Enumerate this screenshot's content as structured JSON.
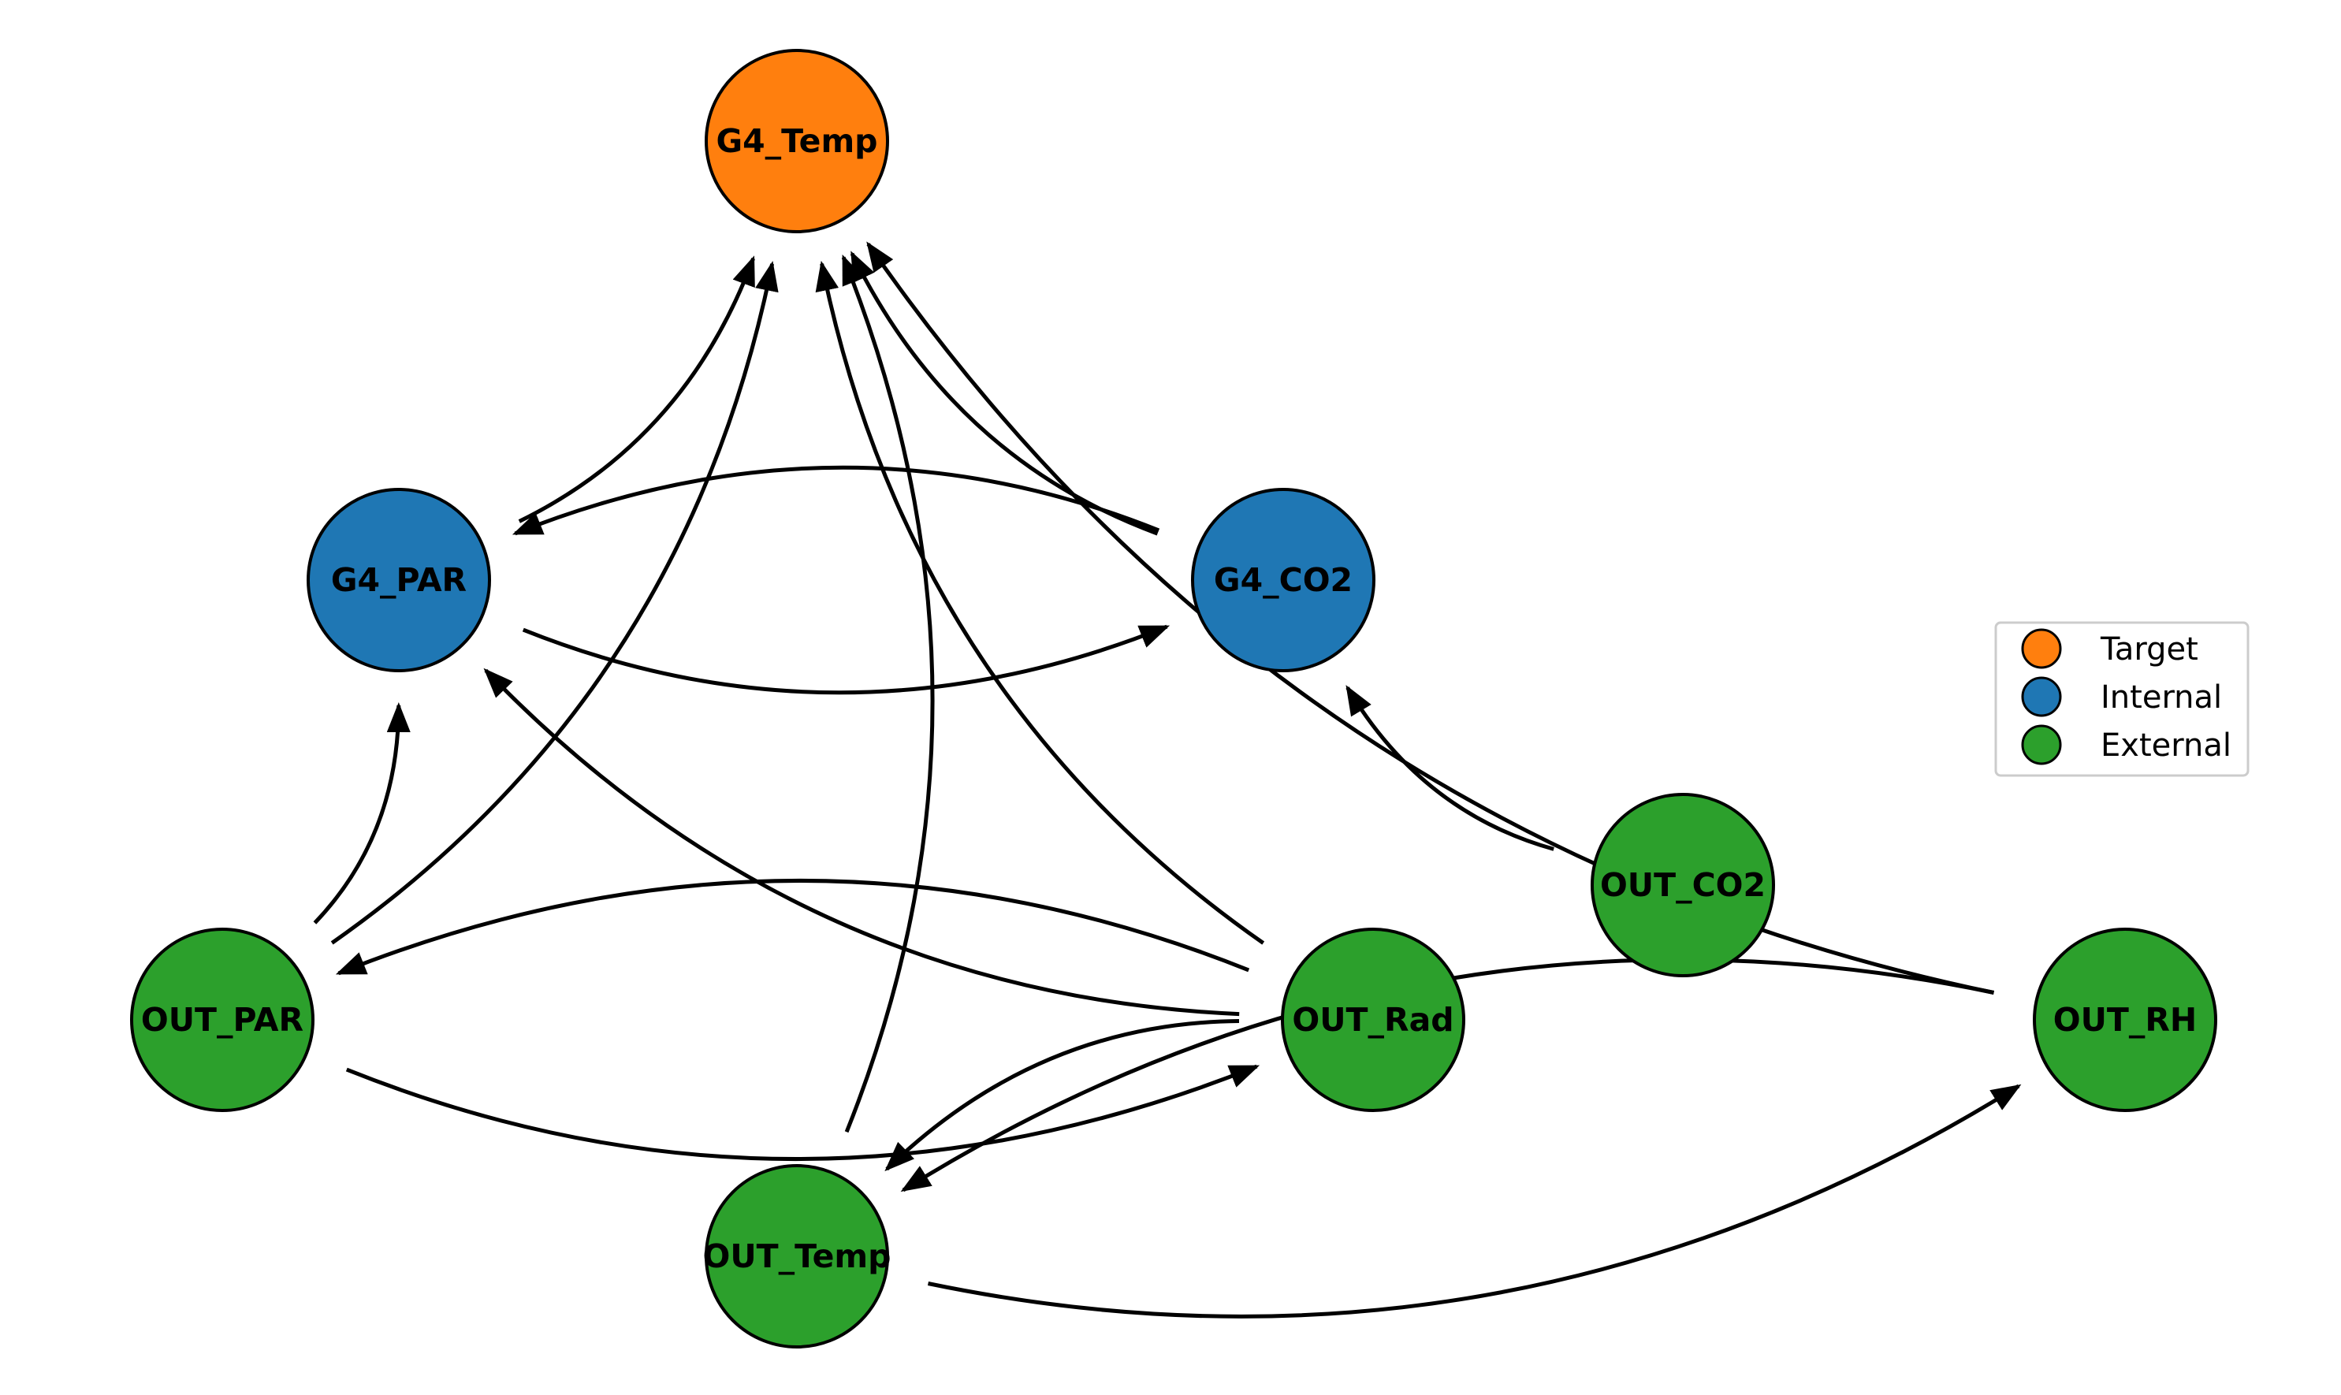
{
  "nodes": [
    {
      "id": "G4_Temp",
      "label": "G4_Temp",
      "group": "target"
    },
    {
      "id": "G4_PAR",
      "label": "G4_PAR",
      "group": "internal"
    },
    {
      "id": "G4_CO2",
      "label": "G4_CO2",
      "group": "internal"
    },
    {
      "id": "OUT_PAR",
      "label": "OUT_PAR",
      "group": "external"
    },
    {
      "id": "OUT_Rad",
      "label": "OUT_Rad",
      "group": "external"
    },
    {
      "id": "OUT_CO2",
      "label": "OUT_CO2",
      "group": "external"
    },
    {
      "id": "OUT_RH",
      "label": "OUT_RH",
      "group": "external"
    },
    {
      "id": "OUT_Temp",
      "label": "OUT_Temp",
      "group": "external"
    }
  ],
  "edges": [
    {
      "from": "G4_PAR",
      "to": "G4_Temp"
    },
    {
      "from": "G4_CO2",
      "to": "G4_Temp"
    },
    {
      "from": "G4_CO2",
      "to": "G4_PAR"
    },
    {
      "from": "G4_PAR",
      "to": "G4_CO2"
    },
    {
      "from": "OUT_PAR",
      "to": "G4_PAR"
    },
    {
      "from": "OUT_PAR",
      "to": "G4_Temp"
    },
    {
      "from": "OUT_Temp",
      "to": "G4_Temp"
    },
    {
      "from": "OUT_Rad",
      "to": "G4_Temp"
    },
    {
      "from": "OUT_Rad",
      "to": "G4_PAR"
    },
    {
      "from": "OUT_RH",
      "to": "G4_Temp"
    },
    {
      "from": "OUT_CO2",
      "to": "G4_CO2"
    },
    {
      "from": "OUT_Rad",
      "to": "OUT_PAR"
    },
    {
      "from": "OUT_PAR",
      "to": "OUT_Rad"
    },
    {
      "from": "OUT_Rad",
      "to": "OUT_Temp"
    },
    {
      "from": "OUT_RH",
      "to": "OUT_Temp"
    },
    {
      "from": "OUT_Temp",
      "to": "OUT_RH"
    }
  ],
  "legend": [
    {
      "group": "target",
      "label": "Target"
    },
    {
      "group": "internal",
      "label": "Internal"
    },
    {
      "group": "external",
      "label": "External"
    }
  ],
  "colors": {
    "target": "#ff7f0e",
    "internal": "#1f77b4",
    "external": "#2ca02c",
    "stroke": "#000000"
  }
}
